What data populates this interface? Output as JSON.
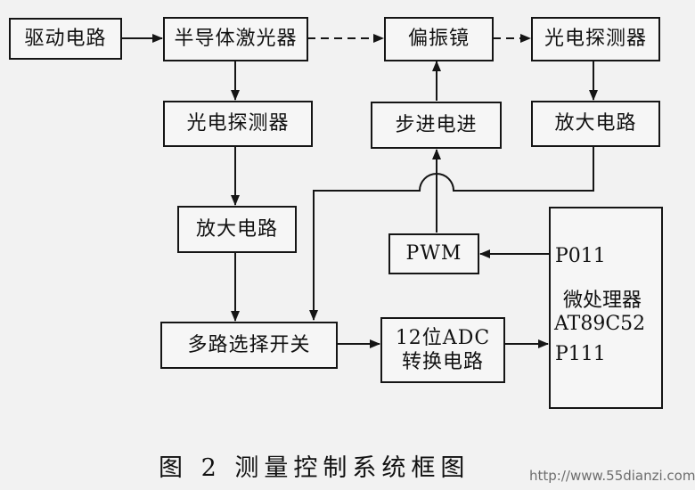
{
  "blocks": {
    "drive": "驱动电路",
    "laser": "半导体激光器",
    "galvo": "偏振镜",
    "det_top": "光电探测器",
    "det_left": "光电探测器",
    "stepper": "步进电进",
    "amp_right": "放大电路",
    "amp_left": "放大电路",
    "pwm": "PWM",
    "mux": "多路选择开关",
    "adc_line1": "12位ADC",
    "adc_line2": "转换电路"
  },
  "mcu": {
    "pin_top": "P011",
    "name": "微处理器",
    "model": "AT89C52",
    "pin_bottom": "P111"
  },
  "caption": "图 2  测量控制系统框图",
  "watermark": "http://www.55dianzi.com"
}
